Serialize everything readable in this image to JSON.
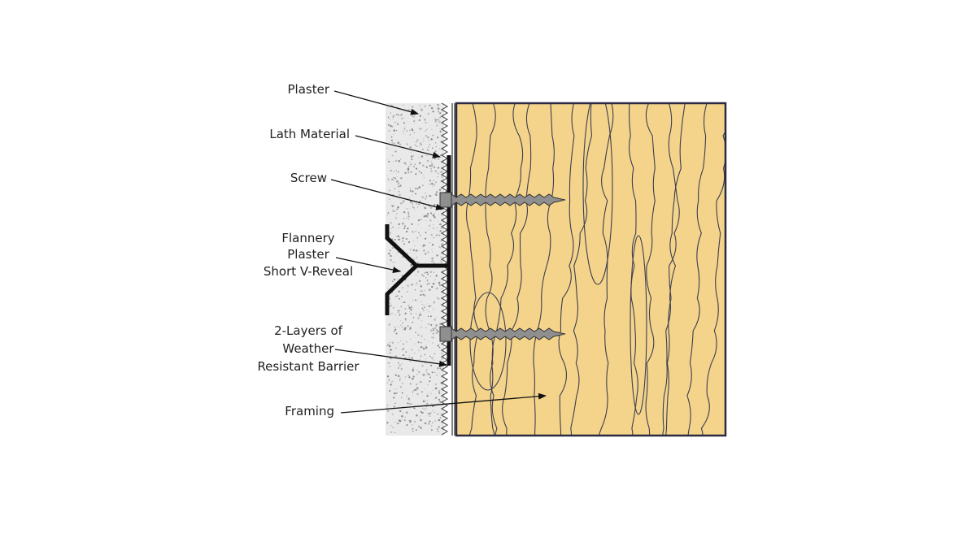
{
  "labels": {
    "plaster": "Plaster",
    "lath": "Lath Material",
    "screw": "Screw",
    "reveal_line1": "Flannery",
    "reveal_line2": "Plaster",
    "reveal_line3": "Short V-Reveal",
    "wrb_line1": "2-Layers of",
    "wrb_line2": "Weather",
    "wrb_line3": "Resistant Barrier",
    "framing": "Framing"
  },
  "colors": {
    "wood": "#f4d48a",
    "wood_grain": "#3d3d52",
    "frame_outline": "#2a2a40",
    "plaster": "#e9e9e9",
    "plaster_speckle": "#8c8c8c",
    "metal": "#8f8f8f",
    "reveal": "#111111",
    "text": "#222222"
  }
}
